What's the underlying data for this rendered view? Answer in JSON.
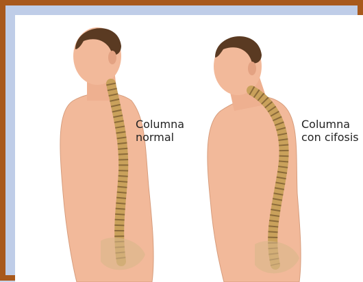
{
  "labels": {
    "normal": {
      "line1": "Columna",
      "line2": "normal"
    },
    "kyphosis": {
      "line1": "Columna",
      "line2": "con cifosis"
    }
  },
  "colors": {
    "frame": "#a8591c",
    "background": "#ffffff",
    "skin": "#f2b99a",
    "hair": "#5a3a22",
    "spine": "#c9a15b"
  },
  "figures": [
    {
      "name": "normal-spine-figure",
      "posture": "upright"
    },
    {
      "name": "kyphosis-spine-figure",
      "posture": "hunched"
    }
  ]
}
